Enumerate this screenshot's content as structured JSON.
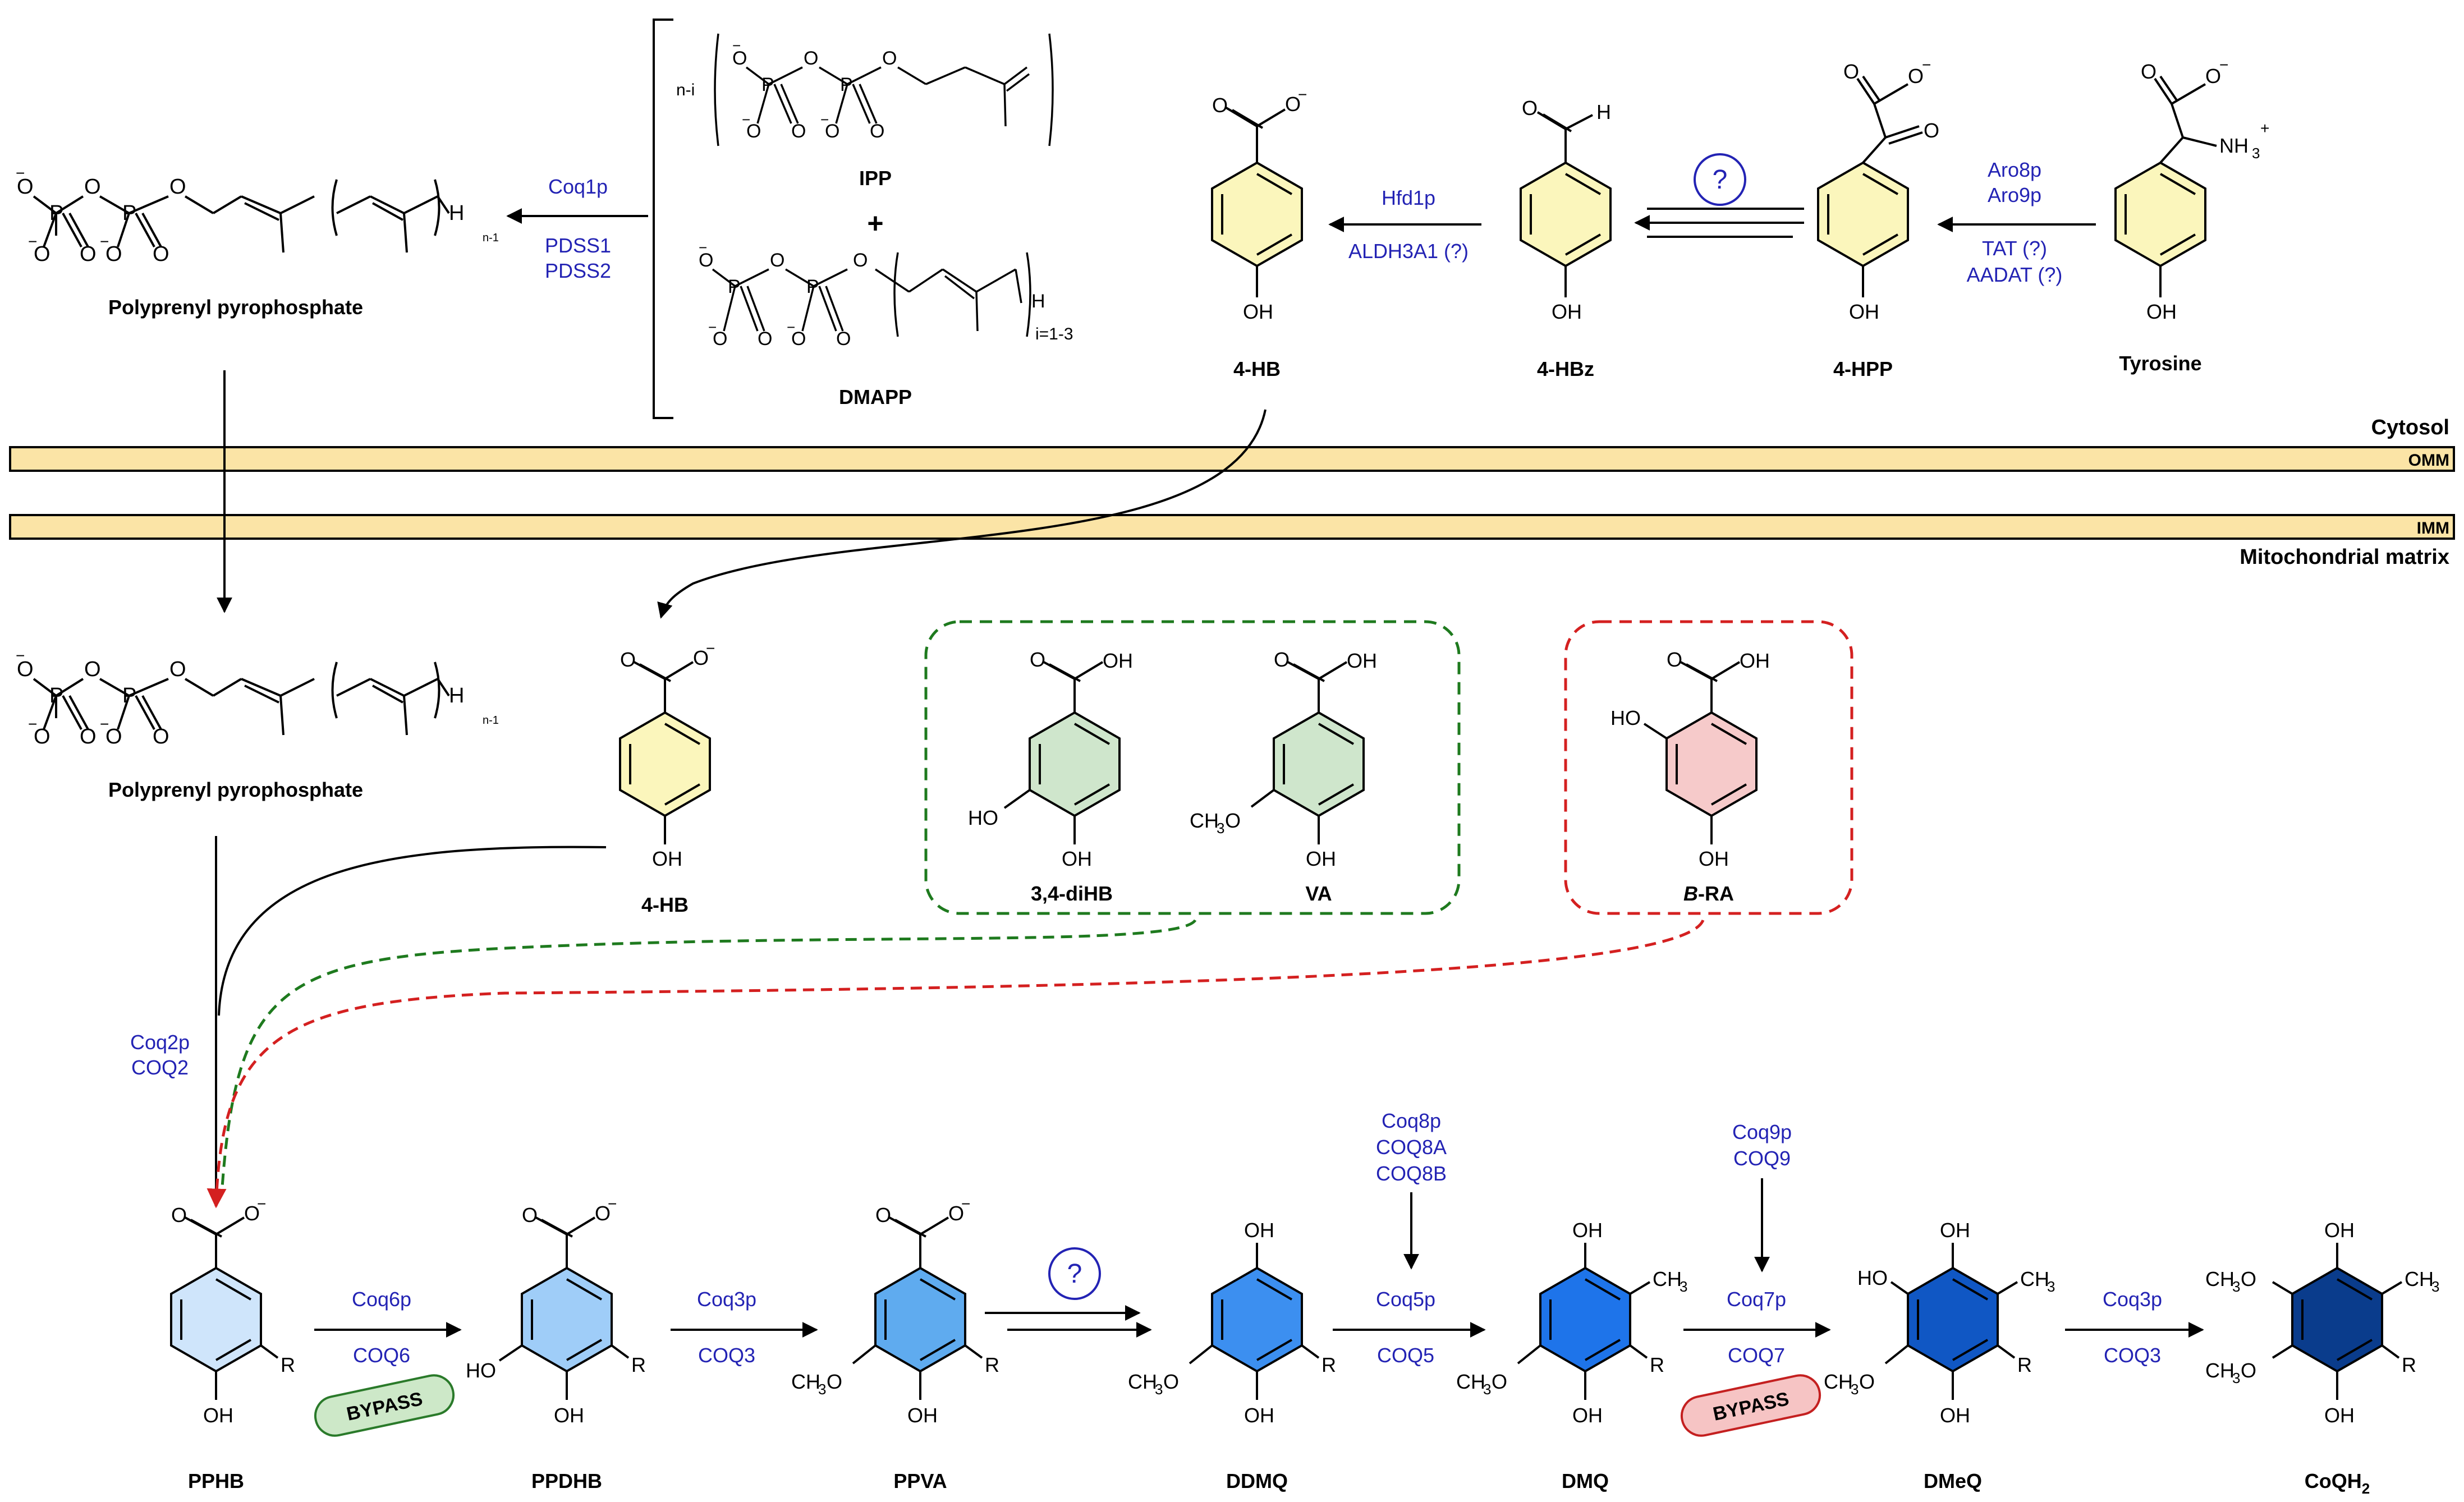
{
  "colors": {
    "enzyme": "#2323b4",
    "membrane": "#fbe4a6",
    "line": "#000000",
    "green_dash": "#1e7a1e",
    "red_dash": "#d42020",
    "ring_yellow": "#fbf6bc",
    "ring_green": "#cfe6cc",
    "ring_red": "#f6caca",
    "bypass_green_fill": "#cde8c8",
    "bypass_green_stroke": "#2a7a2a",
    "bypass_red_fill": "#f6c4c4",
    "bypass_red_stroke": "#c42020",
    "ring_pphb": "#cfe5fb",
    "ring_ppdhb": "#9fcdf8",
    "ring_ppva": "#5fabef",
    "ring_ddmq": "#3c8ff0",
    "ring_dmq": "#1e74ea",
    "ring_dmeq": "#1057c4",
    "ring_coqh2": "#0a3c8c"
  },
  "compartments": {
    "cytosol": "Cytosol",
    "omm": "OMM",
    "imm": "IMM",
    "matrix": "Mitochondrial matrix"
  },
  "compounds": {
    "polyprenyl_pp": "Polyprenyl pyrophosphate",
    "ipp": "IPP",
    "plus": "+",
    "dmapp": "DMAPP",
    "hb": "4-HB",
    "hbz": "4-HBz",
    "hpp": "4-HPP",
    "tyrosine": "Tyrosine",
    "dihb": "3,4-diHB",
    "va": "VA",
    "bra_italic": "B",
    "bra_rest": "-RA",
    "pphb": "PPHB",
    "ppdhb": "PPDHB",
    "ppva": "PPVA",
    "ddmq": "DDMQ",
    "dmq": "DMQ",
    "dmeq": "DMeQ",
    "coqh2": "CoQH",
    "coqh2_sub": "2"
  },
  "enzymes": {
    "coq1p": "Coq1p",
    "pdss1": "PDSS1",
    "pdss2": "PDSS2",
    "hfd1p": "Hfd1p",
    "aldh3a1": "ALDH3A1 (?)",
    "aro8p": "Aro8p",
    "aro9p": "Aro9p",
    "tat": "TAT (?)",
    "aadat": "AADAT (?)",
    "coq2p": "Coq2p",
    "coq2": "COQ2",
    "coq6p": "Coq6p",
    "coq6": "COQ6",
    "coq3p_a": "Coq3p",
    "coq3_a": "COQ3",
    "coq8p": "Coq8p",
    "coq8a": "COQ8A",
    "coq8b": "COQ8B",
    "coq5p": "Coq5p",
    "coq5": "COQ5",
    "coq9p": "Coq9p",
    "coq9": "COQ9",
    "coq7p": "Coq7p",
    "coq7": "COQ7",
    "coq3p_b": "Coq3p",
    "coq3_b": "COQ3"
  },
  "unknown_mark": "?",
  "bypass": "BYPASS",
  "atoms": {
    "o": "O",
    "ominus": "O",
    "p": "P",
    "h": "H",
    "oh": "OH",
    "ho": "HO",
    "ch3": "CH",
    "ch3o": "CH",
    "nh3": "NH",
    "r": "R",
    "sub3": "3",
    "minus": "−",
    "plus_charge": "+"
  },
  "repeat": {
    "n1": "n-1",
    "ni": "n-i",
    "i13": "i=1-3"
  }
}
